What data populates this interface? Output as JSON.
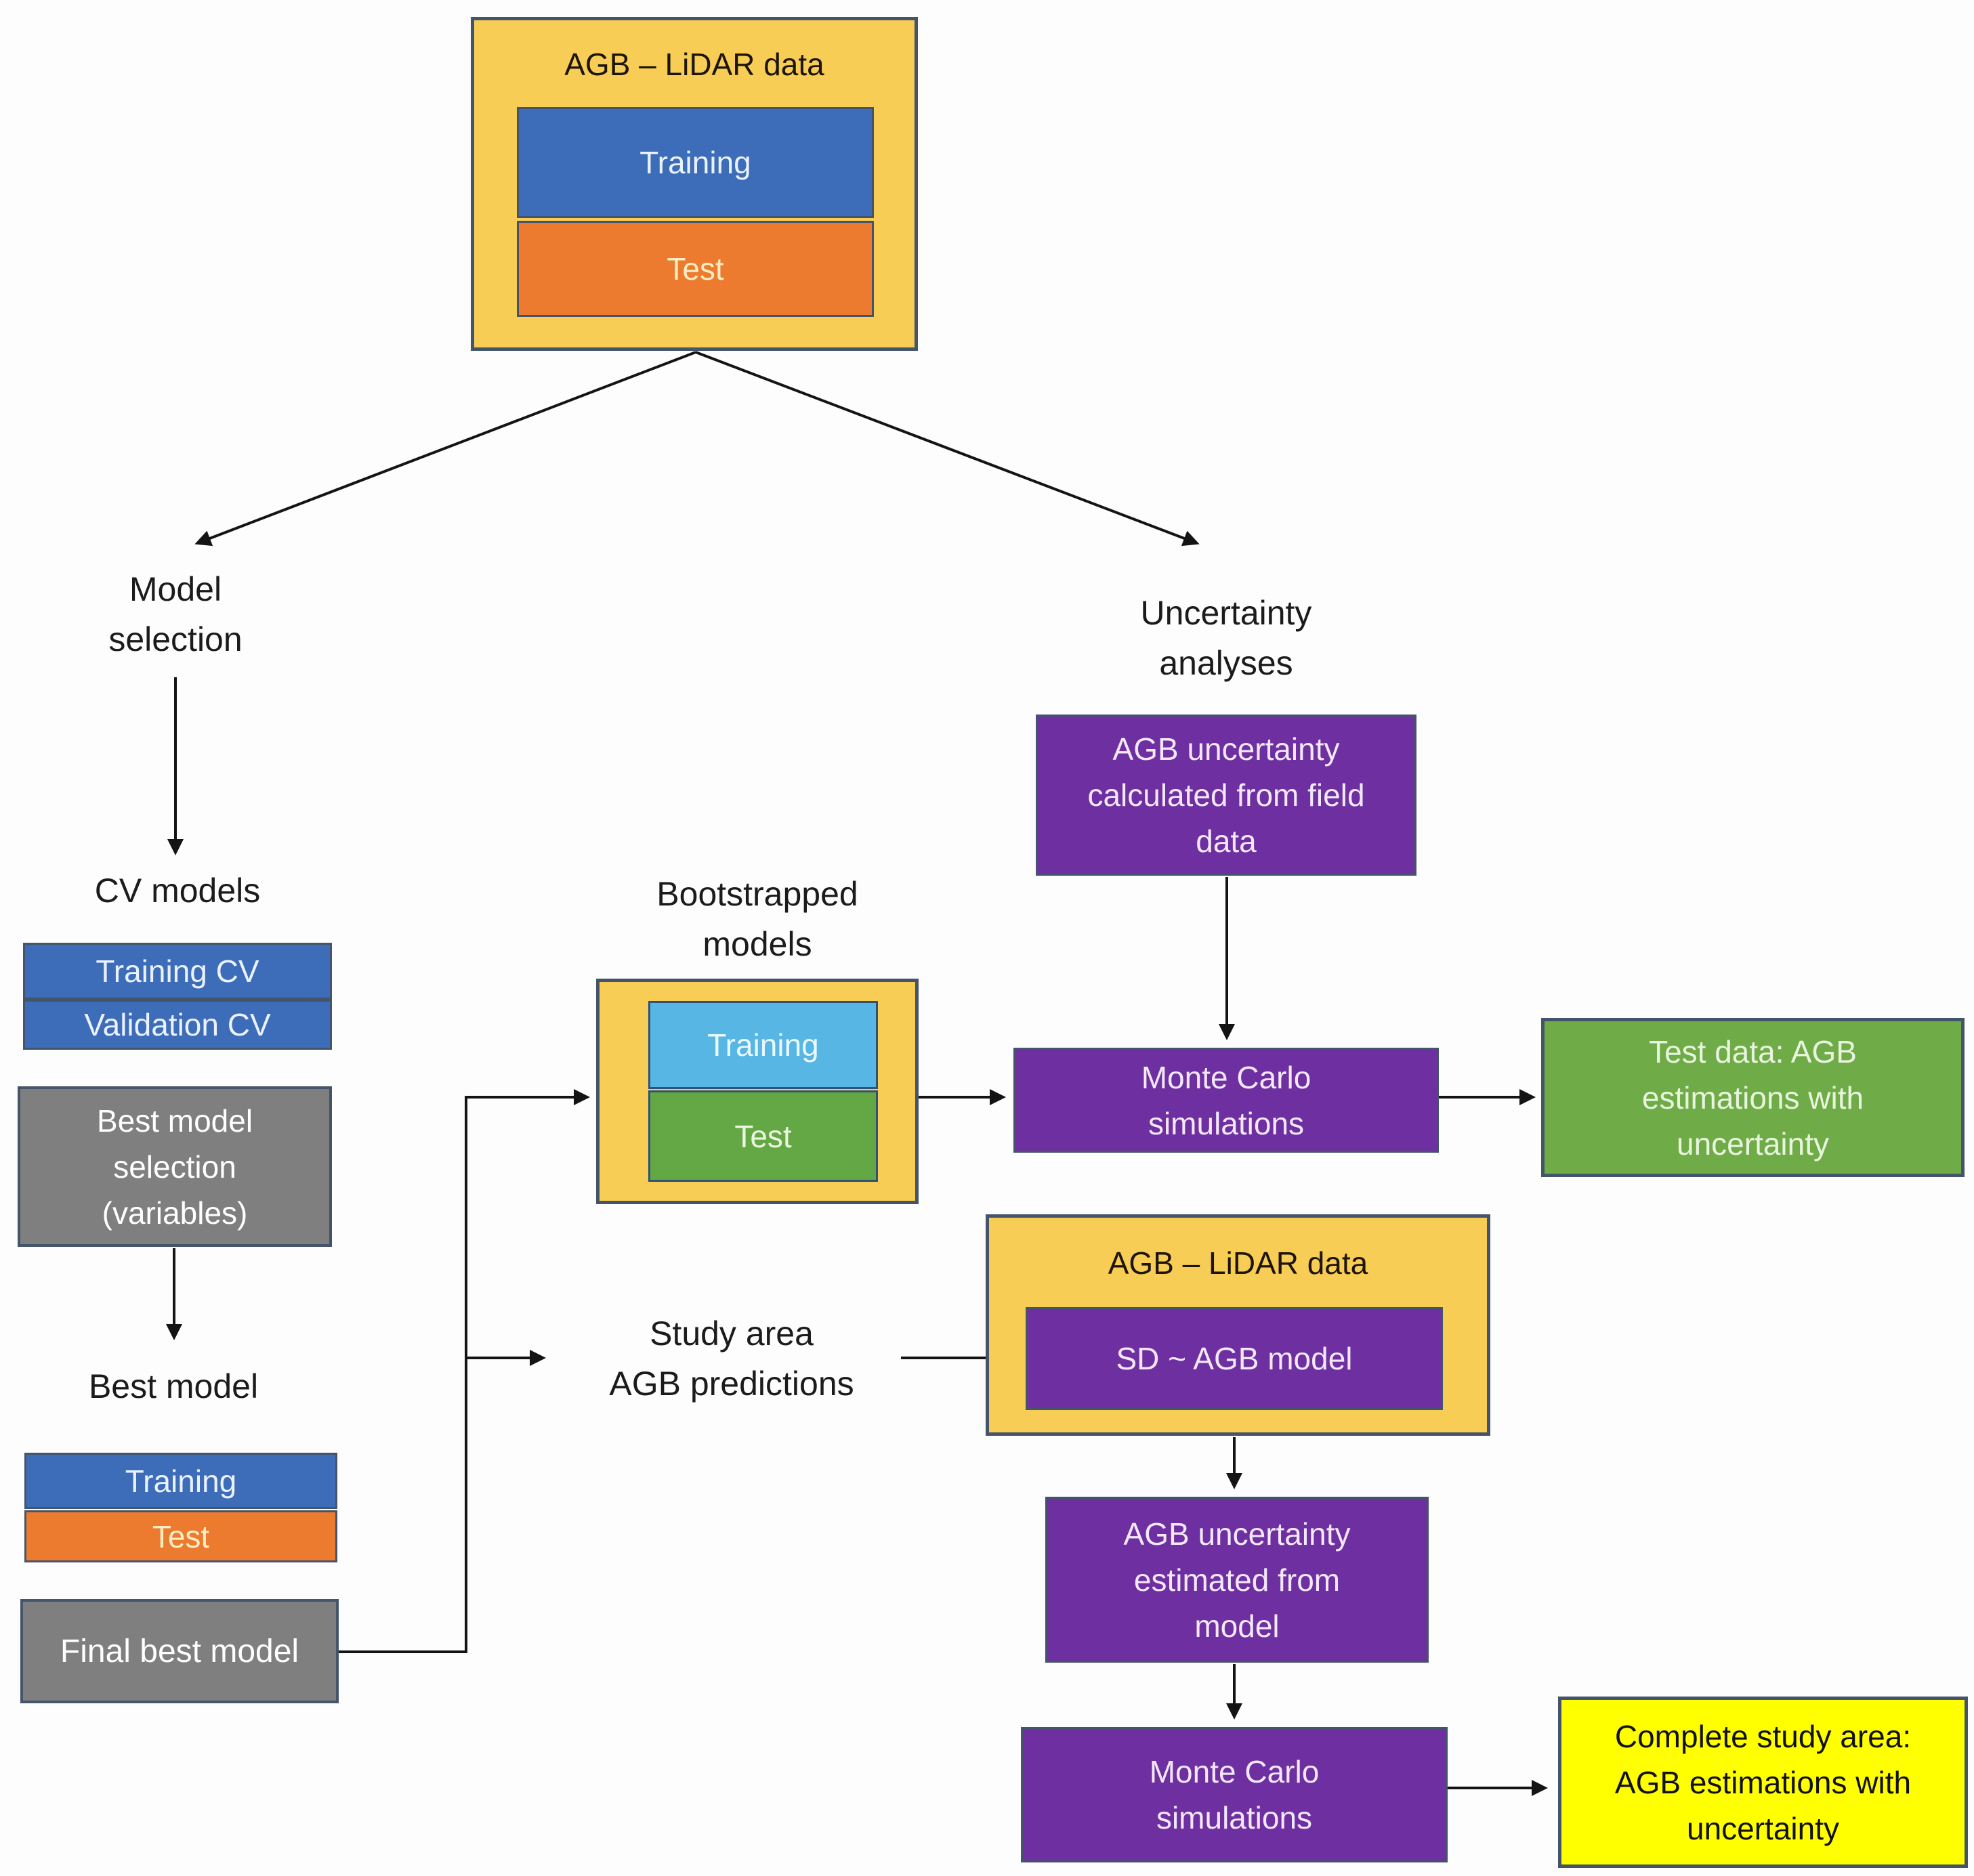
{
  "diagram": {
    "top": {
      "title": "AGB – LiDAR data",
      "training": "Training",
      "test": "Test"
    },
    "branch_labels": {
      "left": "Model\nselection",
      "right": "Uncertainty\nanalyses"
    },
    "model_selection": {
      "cv_models_label": "CV models",
      "training_cv": "Training CV",
      "validation_cv": "Validation CV",
      "best_model_selection": "Best model\nselection\n(variables)",
      "best_model_label": "Best model",
      "training": "Training",
      "test": "Test",
      "final_best_model": "Final best model"
    },
    "bootstrapped": {
      "label": "Bootstrapped\nmodels",
      "training": "Training",
      "test": "Test"
    },
    "study_area_label": "Study area\nAGB predictions",
    "uncertainty": {
      "agb_uncertainty_field": "AGB uncertainty\ncalculated from field\ndata",
      "monte_carlo_1": "Monte Carlo\nsimulations",
      "test_data_estimations": "Test data: AGB\nestimations with\nuncertainty",
      "lidar2_title": "AGB – LiDAR data",
      "sd_agb_model": "SD ~ AGB model",
      "agb_uncertainty_model": "AGB uncertainty\nestimated from\nmodel",
      "monte_carlo_2": "Monte Carlo\nsimulations",
      "complete_estimations": "Complete study area:\nAGB estimations with\nuncertainty"
    },
    "colors": {
      "gold_yellow": "#F8CD56",
      "bright_yellow": "#FFFF00",
      "blue": "#3D6CB9",
      "light_blue": "#58B6E4",
      "orange": "#EC7B30",
      "purple": "#6E2FA0",
      "green_box": "#6FAC47",
      "boot_green": "#63A845",
      "gray": "#7F7F7F",
      "border_slate": "#44546A",
      "arrow_black": "#141414"
    },
    "edges": [
      {
        "from": "agb-lidar-data",
        "to": "model-selection"
      },
      {
        "from": "agb-lidar-data",
        "to": "uncertainty-analyses"
      },
      {
        "from": "model-selection",
        "to": "cv-models"
      },
      {
        "from": "best-model-selection",
        "to": "best-model"
      },
      {
        "from": "final-best-model",
        "to": "bootstrapped-models"
      },
      {
        "from": "final-best-model",
        "to": "study-area-agb-predictions"
      },
      {
        "from": "study-area-agb-predictions",
        "to": "sd-agb-model"
      },
      {
        "from": "bootstrapped-models",
        "to": "monte-carlo-simulations-1"
      },
      {
        "from": "agb-uncertainty-field",
        "to": "monte-carlo-simulations-1"
      },
      {
        "from": "monte-carlo-simulations-1",
        "to": "test-data-estimations"
      },
      {
        "from": "agb-lidar-data-2",
        "to": "agb-uncertainty-model"
      },
      {
        "from": "agb-uncertainty-model",
        "to": "monte-carlo-simulations-2"
      },
      {
        "from": "monte-carlo-simulations-2",
        "to": "complete-study-area-estimations"
      }
    ]
  }
}
